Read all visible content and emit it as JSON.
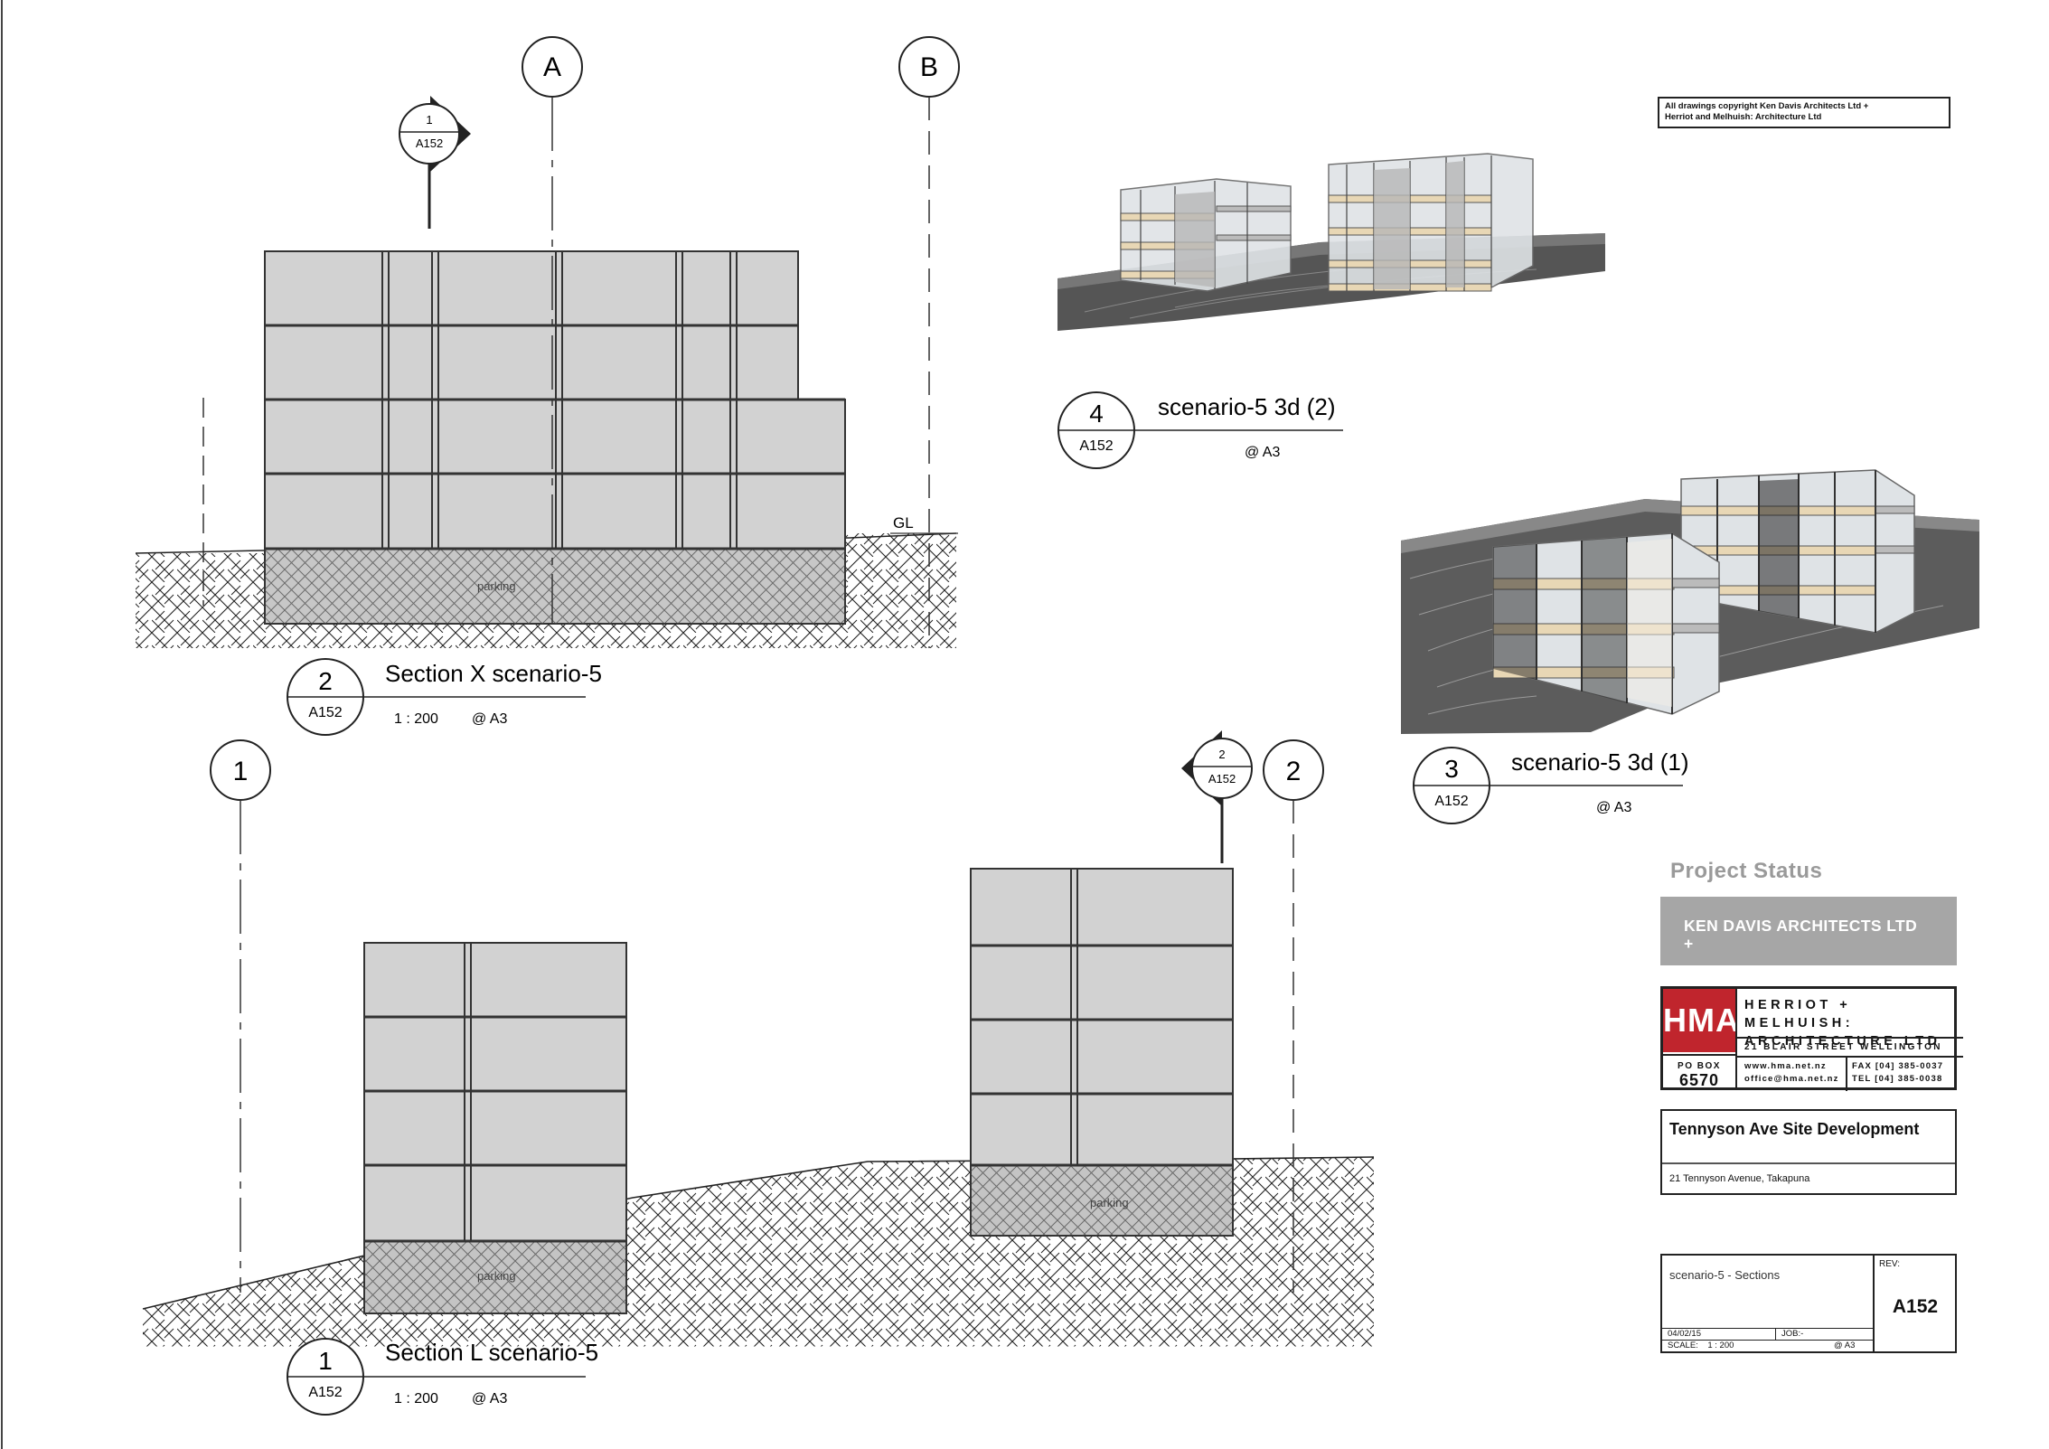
{
  "copyright": {
    "line1": "All drawings copyright Ken Davis Architects Ltd +",
    "line2": "Herriot and Melhuish: Architecture Ltd"
  },
  "grid_markers": {
    "a": "A",
    "b": "B",
    "one": "1",
    "two": "2"
  },
  "section_markers": {
    "top": {
      "number": "1",
      "sheet": "A152"
    },
    "bottom": {
      "number": "2",
      "sheet": "A152"
    }
  },
  "drawing_2": {
    "number": "2",
    "sheet": "A152",
    "title": "Section X scenario-5",
    "scale": "1 : 200",
    "paper": "@ A3",
    "ground_label": "GL",
    "parking_label": "parking"
  },
  "drawing_1": {
    "number": "1",
    "sheet": "A152",
    "title": "Section L scenario-5",
    "scale": "1 : 200",
    "paper": "@ A3",
    "parking_label_left": "parking",
    "parking_label_right": "parking"
  },
  "drawing_4": {
    "number": "4",
    "sheet": "A152",
    "title": "scenario-5 3d (2)",
    "paper": "@ A3"
  },
  "drawing_3": {
    "number": "3",
    "sheet": "A152",
    "title": "scenario-5 3d (1)",
    "paper": "@ A3"
  },
  "title_block": {
    "project_status": "Project Status",
    "architect_line1": "KEN DAVIS ARCHITECTS LTD",
    "architect_line2": "+",
    "hma_logo": "HMA",
    "hma_name_line1": "HERRIOT + MELHUISH:",
    "hma_name_line2": "ARCHITECTURE LTD",
    "hma_address": "21 BLAIR STREET WELLINGTON",
    "po_box_label": "PO BOX",
    "po_box_number": "6570",
    "web": "www.hma.net.nz",
    "email": "office@hma.net.nz",
    "fax": "FAX [04] 385-0037",
    "tel": "TEL [04] 385-0038",
    "project_title": "Tennyson Ave Site Development",
    "project_address": "21 Tennyson Avenue, Takapuna",
    "sheet_title": "scenario-5 - Sections",
    "rev_label": "REV:",
    "sheet_number": "A152",
    "date": "04/02/15",
    "job_label": "JOB:-",
    "scale_label": "SCALE:",
    "scale_value": "1 : 200",
    "paper": "@ A3"
  },
  "colors": {
    "hma_red": "#c0252d",
    "banner_grey": "#a6a6a6",
    "building_fill": "#d2d2d2",
    "parking_fill": "#c4c4c4",
    "floor_slab": "#e8d7b5"
  }
}
